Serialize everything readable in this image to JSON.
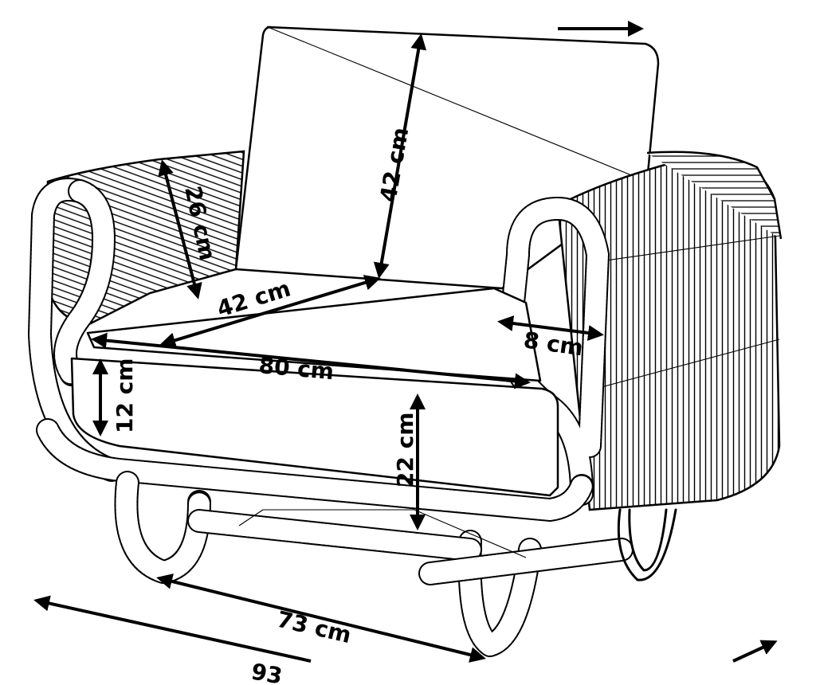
{
  "figure": {
    "type": "product dimension diagram",
    "subject": "rattan armchair with seat and back cushions",
    "line_color": "#000000",
    "background": "#ffffff"
  },
  "dimensions": {
    "back_height": "42 cm",
    "arm_height": "26 cm",
    "seat_depth": "42 cm",
    "arm_width": "8 cm",
    "inner_width": "80 cm",
    "seat_cushion": "12 cm",
    "seat_height": "22 cm",
    "depth": "73 cm",
    "overall_width_partial": "93"
  }
}
